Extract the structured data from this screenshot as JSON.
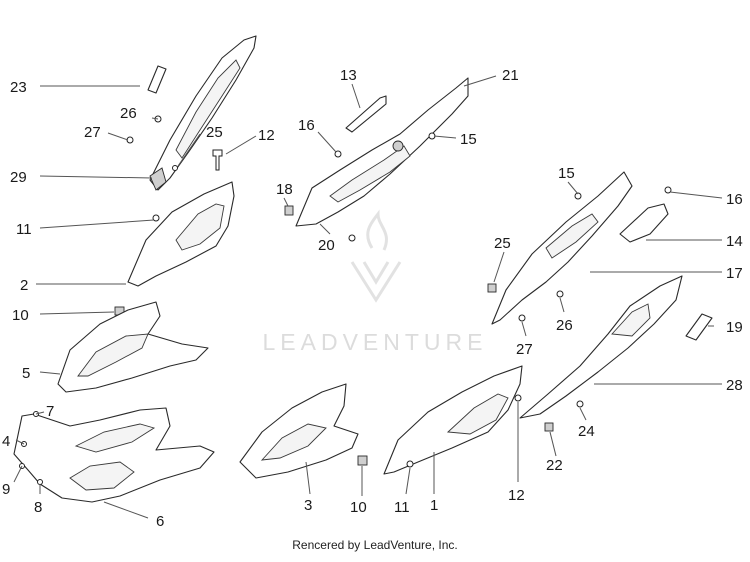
{
  "watermark": {
    "text": "LEADVENTURE"
  },
  "footer": {
    "text": "Rencered by LeadVenture, Inc."
  },
  "callouts": [
    {
      "id": "c23",
      "label": "23"
    },
    {
      "id": "c26a",
      "label": "26"
    },
    {
      "id": "c27a",
      "label": "27"
    },
    {
      "id": "c25a",
      "label": "25"
    },
    {
      "id": "c12a",
      "label": "12"
    },
    {
      "id": "c29",
      "label": "29"
    },
    {
      "id": "c11a",
      "label": "11"
    },
    {
      "id": "c2",
      "label": "2"
    },
    {
      "id": "c10a",
      "label": "10"
    },
    {
      "id": "c5",
      "label": "5"
    },
    {
      "id": "c7",
      "label": "7"
    },
    {
      "id": "c4",
      "label": "4"
    },
    {
      "id": "c9",
      "label": "9"
    },
    {
      "id": "c8",
      "label": "8"
    },
    {
      "id": "c6",
      "label": "6"
    },
    {
      "id": "c13",
      "label": "13"
    },
    {
      "id": "c21",
      "label": "21"
    },
    {
      "id": "c16a",
      "label": "16"
    },
    {
      "id": "c15a",
      "label": "15"
    },
    {
      "id": "c18",
      "label": "18"
    },
    {
      "id": "c20",
      "label": "20"
    },
    {
      "id": "c15b",
      "label": "15"
    },
    {
      "id": "c16b",
      "label": "16"
    },
    {
      "id": "c14",
      "label": "14"
    },
    {
      "id": "c25b",
      "label": "25"
    },
    {
      "id": "c17",
      "label": "17"
    },
    {
      "id": "c26b",
      "label": "26"
    },
    {
      "id": "c27b",
      "label": "27"
    },
    {
      "id": "c19",
      "label": "19"
    },
    {
      "id": "c28",
      "label": "28"
    },
    {
      "id": "c24",
      "label": "24"
    },
    {
      "id": "c22",
      "label": "22"
    },
    {
      "id": "c3",
      "label": "3"
    },
    {
      "id": "c10b",
      "label": "10"
    },
    {
      "id": "c11b",
      "label": "11"
    },
    {
      "id": "c1",
      "label": "1"
    },
    {
      "id": "c12b",
      "label": "12"
    }
  ]
}
